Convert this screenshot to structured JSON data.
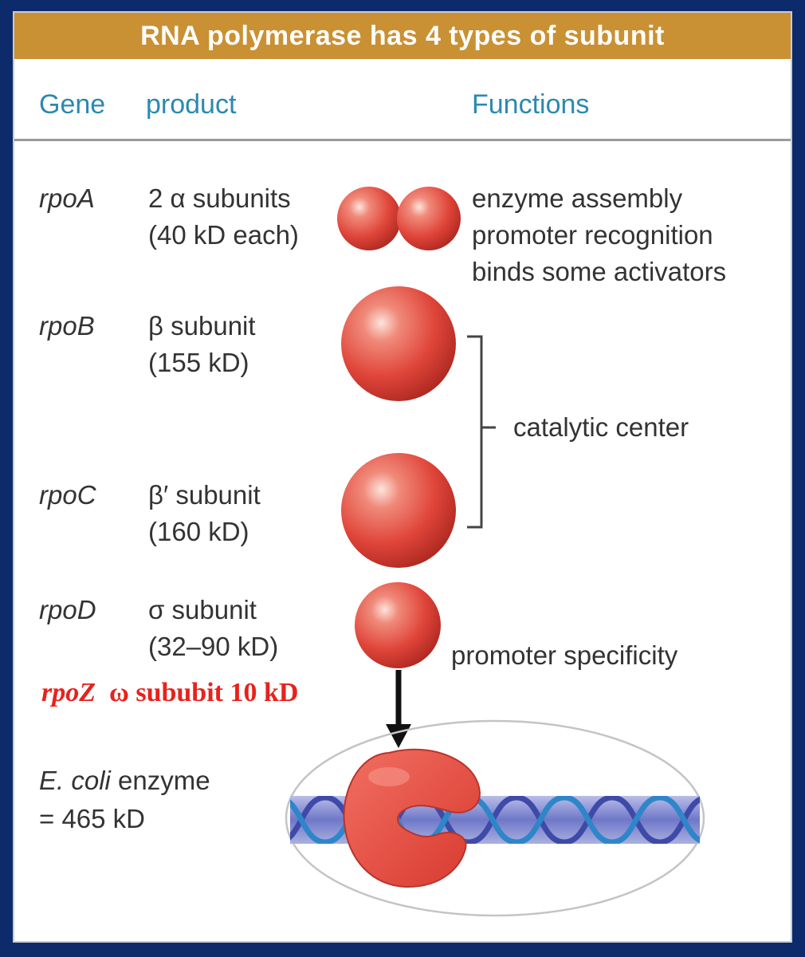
{
  "title": "RNA polymerase has 4 types of subunit",
  "headers": {
    "gene": "Gene",
    "product": "product",
    "functions": "Functions"
  },
  "rows": [
    {
      "gene": "rpoA",
      "product_line1": "2 α subunits",
      "product_line2": "(40 kD each)",
      "functions": [
        "enzyme assembly",
        "promoter recognition",
        "binds some activators"
      ]
    },
    {
      "gene": "rpoB",
      "product_line1": "β subunit",
      "product_line2": "(155 kD)"
    },
    {
      "gene": "rpoC",
      "product_line1": "β′ subunit",
      "product_line2": "(160 kD)"
    },
    {
      "gene": "rpoD",
      "product_line1": "σ subunit",
      "product_line2": "(32–90 kD)",
      "functions": [
        "promoter specificity"
      ]
    }
  ],
  "bracket_label": "catalytic center",
  "added_row": {
    "gene": "rpoZ",
    "text": "ω sububit 10 kD"
  },
  "enzyme": {
    "name_italic": "E. coli",
    "name_rest": " enzyme",
    "mass": "= 465 kD"
  },
  "colors": {
    "header_bar": "#c99133",
    "header_text": "#2a89b3",
    "sphere": "#e0453a",
    "added_row_text": "#e8221c",
    "border": "#0d2a6b"
  }
}
